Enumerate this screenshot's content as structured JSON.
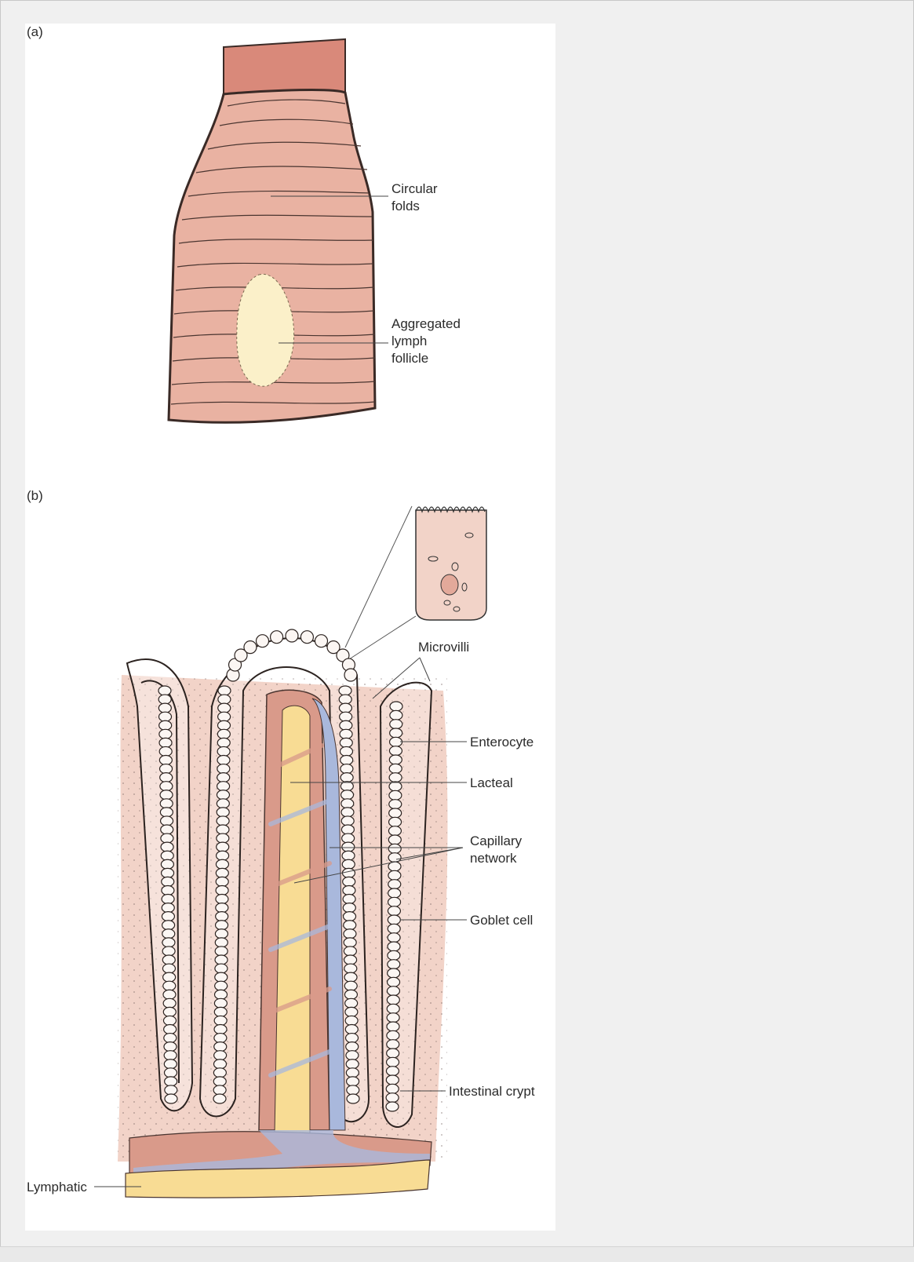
{
  "panel_a": {
    "letter": "(a)",
    "labels": {
      "circular_folds_1": "Circular",
      "circular_folds_2": "folds",
      "aggregated_1": "Aggregated",
      "aggregated_2": "lymph",
      "aggregated_3": "follicle"
    }
  },
  "panel_b": {
    "letter": "(b)",
    "labels": {
      "microvilli": "Microvilli",
      "enterocyte": "Enterocyte",
      "lacteal": "Lacteal",
      "capillary_1": "Capillary",
      "capillary_2": "network",
      "goblet": "Goblet cell",
      "crypt": "Intestinal crypt",
      "lymphatic": "Lymphatic"
    }
  },
  "colors": {
    "tissue": "#f2d3c8",
    "intestine": "#e3a99a",
    "follicle": "#fbf0c9",
    "lacteal": "#f8dc94",
    "vein": "#a9b8dc",
    "artery": "#d99a8a"
  }
}
